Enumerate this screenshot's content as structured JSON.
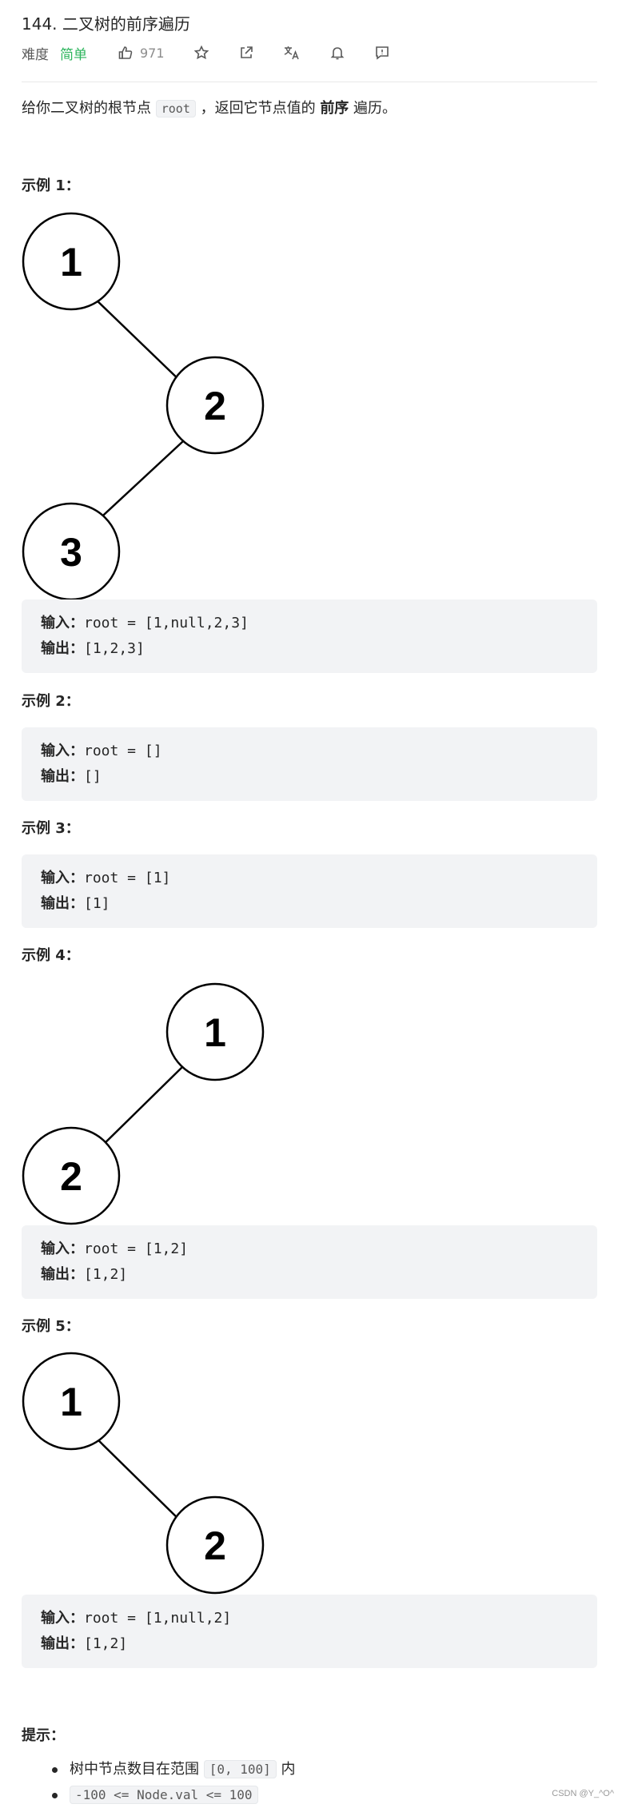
{
  "header": {
    "title": "144. 二叉树的前序遍历",
    "difficulty_label": "难度",
    "difficulty_value": "简单",
    "like_count": "971",
    "icons": [
      "thumbs-up-icon",
      "star-icon",
      "share-icon",
      "translate-icon",
      "bell-icon",
      "feedback-icon"
    ]
  },
  "description": {
    "part1": "给你二叉树的根节点 ",
    "code": "root",
    "part2": " ，返回它节点值的 ",
    "bold": "前序",
    "part3": " 遍历。"
  },
  "examples": [
    {
      "title": "示例 1：",
      "tree_nodes": [
        "1",
        "2",
        "3"
      ],
      "input_label": "输入：",
      "input_value": "root = [1,null,2,3]",
      "output_label": "输出：",
      "output_value": "[1,2,3]"
    },
    {
      "title": "示例 2：",
      "input_label": "输入：",
      "input_value": "root = []",
      "output_label": "输出：",
      "output_value": "[]"
    },
    {
      "title": "示例 3：",
      "input_label": "输入：",
      "input_value": "root = [1]",
      "output_label": "输出：",
      "output_value": "[1]"
    },
    {
      "title": "示例 4：",
      "tree_nodes": [
        "1",
        "2"
      ],
      "input_label": "输入：",
      "input_value": "root = [1,2]",
      "output_label": "输出：",
      "output_value": "[1,2]"
    },
    {
      "title": "示例 5：",
      "tree_nodes": [
        "1",
        "2"
      ],
      "input_label": "输入：",
      "input_value": "root = [1,null,2]",
      "output_label": "输出：",
      "output_value": "[1,2]"
    }
  ],
  "hints": {
    "title": "提示：",
    "item1_text": "树中节点数目在范围 ",
    "item1_code": "[0, 100]",
    "item1_suffix": " 内",
    "item2_code": "-100 <= Node.val <= 100"
  },
  "watermark": "CSDN @Y_^O^"
}
